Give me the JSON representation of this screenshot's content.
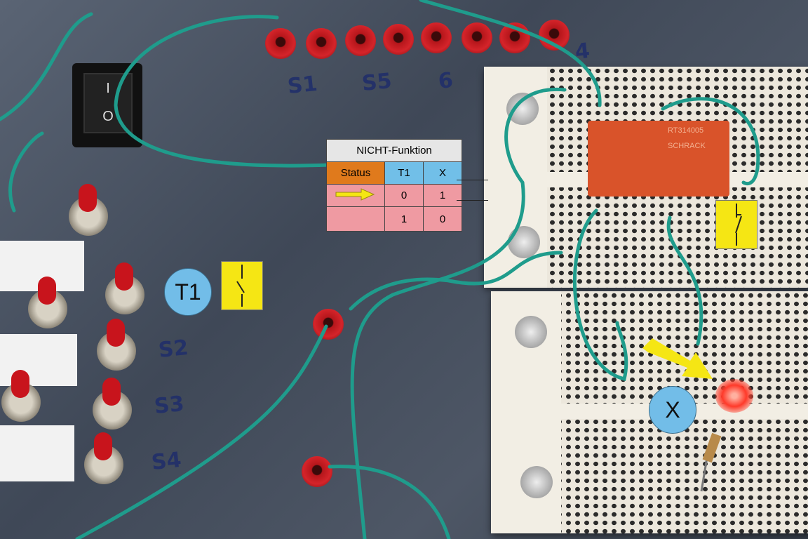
{
  "table": {
    "title": "NICHT-Funktion",
    "headers": [
      "Status",
      "T1",
      "X"
    ],
    "rows": [
      {
        "status": "arrow",
        "t1": "0",
        "x": "1"
      },
      {
        "status": "",
        "t1": "1",
        "x": "0"
      }
    ]
  },
  "labels": {
    "t1": "T1",
    "x": "X"
  },
  "handwriting": {
    "s1": "S1",
    "s5": "S5",
    "six": "6",
    "four": "4",
    "s2": "S2",
    "s3": "S3",
    "s4": "S4"
  },
  "relay": {
    "model": "RT314005",
    "brand": "SCHRACK"
  },
  "colors": {
    "status": "#e07a1c",
    "header": "#71bfe8",
    "rows": "#ef9aa2",
    "symbol": "#f5e614",
    "arrow": "#f5e614",
    "wire": "#1f9c8c"
  }
}
